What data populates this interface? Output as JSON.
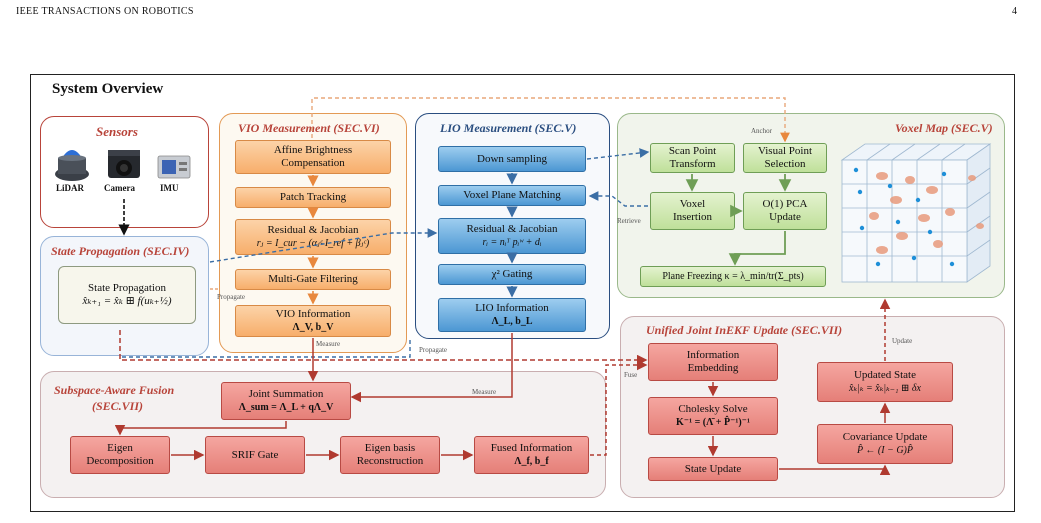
{
  "header": {
    "journal": "IEEE TRANSACTIONS ON ROBOTICS",
    "page_number": "4"
  },
  "diagram_title": "System Overview",
  "sensors": {
    "title": "Sensors",
    "items": [
      "LiDAR",
      "Camera",
      "IMU"
    ]
  },
  "state_propagation": {
    "title": "State Propagation (SEC.IV)",
    "box_title": "State Propagation",
    "box_formula": "x̂ₖ₊₁ = x̂ₖ ⊞ f(uₖ₊½)"
  },
  "vio": {
    "title": "VIO Measurement  (SEC.VI)",
    "steps": [
      {
        "line1": "Affine Brightness",
        "line2": "Compensation"
      },
      {
        "line1": "Patch Tracking",
        "line2": ""
      },
      {
        "line1": "Residual & Jacobian",
        "line2": "rⱼ = I_cur − (αⱼᶜ I_ref + βⱼᶜ)"
      },
      {
        "line1": "Multi-Gate Filtering",
        "line2": ""
      },
      {
        "line1": "VIO Information",
        "line2": "Λ_V, b_V"
      }
    ]
  },
  "lio": {
    "title": "LIO Measurement (SEC.V)",
    "steps": [
      {
        "line1": "Down sampling",
        "line2": ""
      },
      {
        "line1": "Voxel Plane Matching",
        "line2": ""
      },
      {
        "line1": "Residual & Jacobian",
        "line2": "rᵢ = nᵢᵀ pᵢʷ + dᵢ"
      },
      {
        "line1": "χ² Gating",
        "line2": ""
      },
      {
        "line1": "LIO Information",
        "line2": "Λ_L, b_L"
      }
    ]
  },
  "voxel_map": {
    "title": "Voxel Map (SEC.V)",
    "scan_point": {
      "line1": "Scan Point",
      "line2": "Transform"
    },
    "visual_point": {
      "line1": "Visual Point",
      "line2": "Selection"
    },
    "voxel_insertion": {
      "line1": "Voxel",
      "line2": "Insertion"
    },
    "pca_update": {
      "line1": "O(1) PCA",
      "line2": "Update"
    },
    "plane_freezing": "Plane Freezing κ = λ_min/tr(Σ_pts)"
  },
  "fusion": {
    "title_line1": "Subspace-Aware Fusion",
    "title_line2": "(SEC.VII)",
    "joint": {
      "line1": "Joint Summation",
      "line2": "Λ_sum = Λ_L + qΛ_V"
    },
    "eigen_decomp": {
      "line1": "Eigen",
      "line2": "Decomposition"
    },
    "srif_gate": "SRIF Gate",
    "eigen_recon": {
      "line1": "Eigen basis",
      "line2": "Reconstruction"
    },
    "fused_info": {
      "line1": "Fused Information",
      "line2": "Λ_f, b_f"
    }
  },
  "inekf": {
    "title": "Unified Joint InEKF Update (SEC.VII)",
    "info_embed": {
      "line1": "Information",
      "line2": "Embedding"
    },
    "cholesky": {
      "line1": "Cholesky Solve",
      "line2": "K⁻¹ = (Λ̄ + P̂⁻¹)⁻¹"
    },
    "state_update": "State Update",
    "updated_state": {
      "line1": "Updated State",
      "line2": "x̂ₖ|ₖ = x̂ₖ|ₖ₋₁ ⊞ δx"
    },
    "cov_update": {
      "line1": "Covariance Update",
      "line2": "P̂ ← (I − G)P̂"
    }
  },
  "edge_labels": {
    "anchor": "Anchor",
    "retrieve": "Retrieve",
    "propagate_left": "Propagate",
    "measure_vio": "Measure",
    "propagate_lio": "Propagate",
    "measure_joint": "Measure",
    "fuse": "Fuse",
    "update": "Update"
  },
  "colors": {
    "vio": "#f7ae6b",
    "lio": "#4c97d3",
    "voxel": "#bfe09a",
    "fusion": "#e57f78",
    "arrow_red": "#b03a30",
    "arrow_blue": "#3b6ea5"
  }
}
